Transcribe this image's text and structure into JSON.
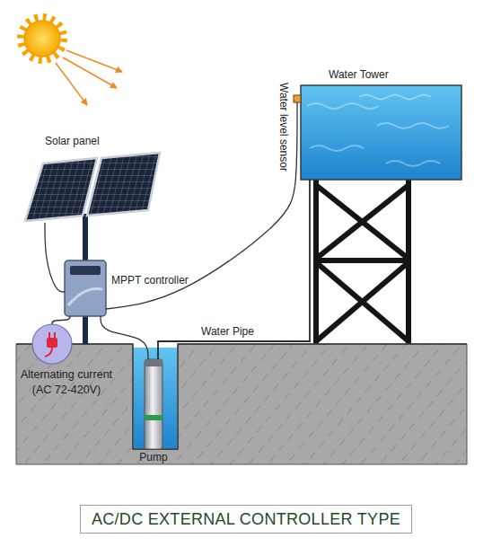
{
  "diagram": {
    "caption": "AC/DC EXTERNAL CONTROLLER TYPE",
    "nodes": [
      {
        "text": [
          "Water Tower"
        ]
      },
      {
        "text": [
          "Water level sensor"
        ]
      },
      {
        "text": [
          "Solar panel"
        ]
      },
      {
        "text": [
          "MPPT controller"
        ]
      },
      {
        "text": [
          "Alternating current (AC 72-420V)"
        ]
      },
      {
        "text": [
          "Pump"
        ]
      }
    ],
    "edges": [
      {
        "from": 2,
        "to": 3,
        "arrow": "none"
      },
      {
        "from": 4,
        "to": 3,
        "arrow": "none"
      },
      {
        "from": 3,
        "to": 5,
        "arrow": "none"
      },
      {
        "from": 5,
        "to": 0,
        "label": "Water Pipe",
        "arrow": "none"
      },
      {
        "from": 3,
        "to": 1,
        "arrow": "none"
      }
    ]
  }
}
